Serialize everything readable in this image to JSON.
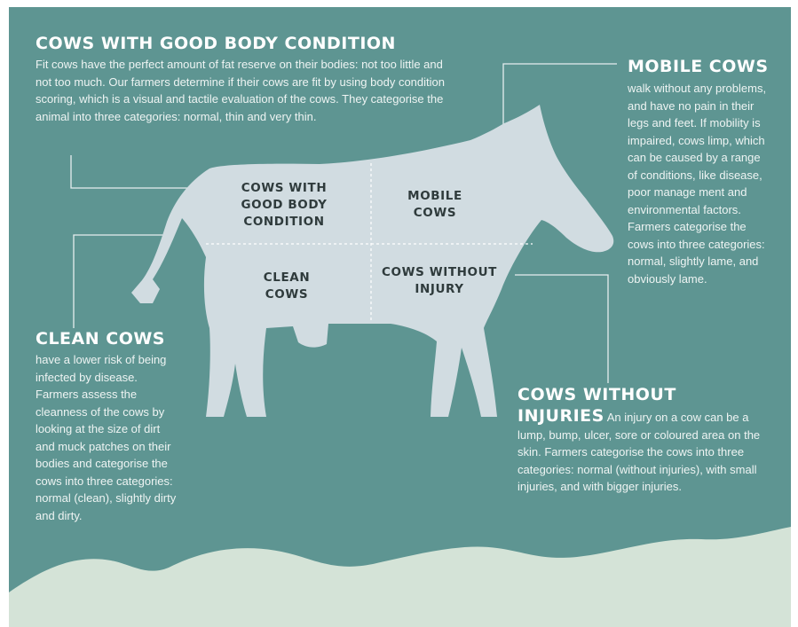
{
  "colors": {
    "background_teal": "#5e9592",
    "cow_fill": "#d1dce1",
    "waves": "#d4e3d7",
    "lines": "#e6eeee",
    "cow_text": "#2f3b3c"
  },
  "sections": {
    "body_condition": {
      "heading": "COWS WITH GOOD BODY CONDITION",
      "text": "Fit cows have the perfect amount of fat reserve on their bodies: not too little and not too much. Our farmers determine if their cows are fit by using body condition scoring, which is a visual and tactile evaluation of the cows. They categorise the animal into three categories: normal, thin and very thin."
    },
    "mobile": {
      "heading": "MOBILE COWS",
      "text": "walk without any problems, and have no pain in their legs and feet. If mobility is impaired, cows limp, which can be caused by a range of conditions, like disease, poor manage ment and environmental factors. Farmers categorise the cows into three categories: normal, slightly lame, and obviously lame."
    },
    "clean": {
      "heading": "CLEAN COWS",
      "text": "have a lower risk of being infected by disease. Farmers assess the cleanness of the cows by looking at the size of dirt and muck patches on their bodies and categorise the cows into three categories: normal (clean), slightly dirty and dirty."
    },
    "injuries": {
      "heading_line1": "COWS WITHOUT",
      "heading_line2": "INJURIES",
      "text": "An injury on a cow can be a lump, bump, ulcer, sore or coloured area on the skin. Farmers categorise the cows into three categories: normal (without injuries), with small injuries, and with bigger injuries."
    }
  },
  "cow_labels": {
    "body_condition": "COWS WITH\nGOOD BODY\nCONDITION",
    "mobile": "MOBILE\nCOWS",
    "clean": "CLEAN\nCOWS",
    "injury": "COWS WITHOUT\nINJURY"
  }
}
